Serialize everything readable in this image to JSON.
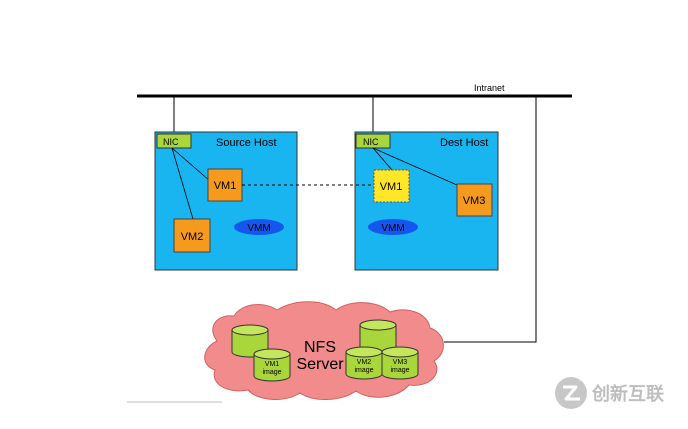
{
  "diagram": {
    "network_label": "Intranet",
    "source_host": {
      "title": "Source Host",
      "nic": "NIC",
      "vms": [
        "VM1",
        "VM2"
      ],
      "vmm": "VMM"
    },
    "dest_host": {
      "title": "Dest Host",
      "nic": "NIC",
      "vms": [
        "VM1",
        "VM3"
      ],
      "vmm": "VMM"
    },
    "nfs": {
      "title_line1": "NFS",
      "title_line2": "Server",
      "images": [
        {
          "line1": "VM1",
          "line2": "image"
        },
        {
          "line1": "VM2",
          "line2": "image"
        },
        {
          "line1": "VM3",
          "line2": "image"
        }
      ]
    },
    "colors": {
      "host_fill": "#19b5f0",
      "nic_fill": "#a9d63a",
      "vm_fill": "#f59a1c",
      "vm_migrated_fill": "#ffe627",
      "vmm_fill": "#1557ee",
      "cloud_fill": "#f28b8b",
      "disk_fill": "#a9d63a"
    }
  },
  "watermark": {
    "text": "创新互联"
  }
}
